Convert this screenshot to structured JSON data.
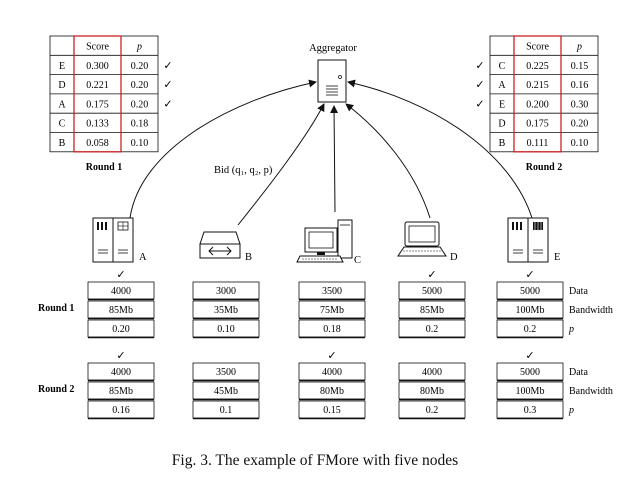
{
  "aggregator": {
    "label": "Aggregator",
    "bid_label": "Bid (q₁, q₂, p)"
  },
  "ranking_tables": [
    {
      "headers": [
        "",
        "Score",
        "p"
      ],
      "rows": [
        {
          "node": "E",
          "score": "0.300",
          "p": "0.20",
          "selected": true
        },
        {
          "node": "D",
          "score": "0.221",
          "p": "0.20",
          "selected": true
        },
        {
          "node": "A",
          "score": "0.175",
          "p": "0.20",
          "selected": true
        },
        {
          "node": "C",
          "score": "0.133",
          "p": "0.18",
          "selected": false
        },
        {
          "node": "B",
          "score": "0.058",
          "p": "0.10",
          "selected": false
        }
      ],
      "caption": "Round 1"
    },
    {
      "headers": [
        "",
        "Score",
        "p"
      ],
      "rows": [
        {
          "node": "C",
          "score": "0.225",
          "p": "0.15",
          "selected": true
        },
        {
          "node": "A",
          "score": "0.215",
          "p": "0.16",
          "selected": true
        },
        {
          "node": "E",
          "score": "0.200",
          "p": "0.30",
          "selected": true
        },
        {
          "node": "D",
          "score": "0.175",
          "p": "0.20",
          "selected": false
        },
        {
          "node": "B",
          "score": "0.111",
          "p": "0.10",
          "selected": false
        }
      ],
      "caption": "Round 2"
    }
  ],
  "nodes": [
    {
      "label": "A",
      "icon": "server-icon"
    },
    {
      "label": "B",
      "icon": "router-icon"
    },
    {
      "label": "C",
      "icon": "desktop-icon"
    },
    {
      "label": "D",
      "icon": "laptop-icon"
    },
    {
      "label": "E",
      "icon": "server-icon"
    }
  ],
  "resource_rows": [
    "Data",
    "Bandwidth",
    "p"
  ],
  "rounds": [
    {
      "label": "Round 1",
      "selected": [
        "A",
        "D",
        "E"
      ],
      "nodes": [
        [
          "4000",
          "85Mb",
          "0.20"
        ],
        [
          "3000",
          "35Mb",
          "0.10"
        ],
        [
          "3500",
          "75Mb",
          "0.18"
        ],
        [
          "5000",
          "85Mb",
          "0.2"
        ],
        [
          "5000",
          "100Mb",
          "0.2"
        ]
      ]
    },
    {
      "label": "Round 2",
      "selected": [
        "A",
        "C",
        "E"
      ],
      "nodes": [
        [
          "4000",
          "85Mb",
          "0.16"
        ],
        [
          "3500",
          "45Mb",
          "0.1"
        ],
        [
          "4000",
          "80Mb",
          "0.15"
        ],
        [
          "4000",
          "80Mb",
          "0.2"
        ],
        [
          "5000",
          "100Mb",
          "0.3"
        ]
      ]
    }
  ],
  "check_mark": "✓",
  "highlight_color": "#cc2222",
  "caption": "Fig. 3.  The example of FMore with five nodes"
}
